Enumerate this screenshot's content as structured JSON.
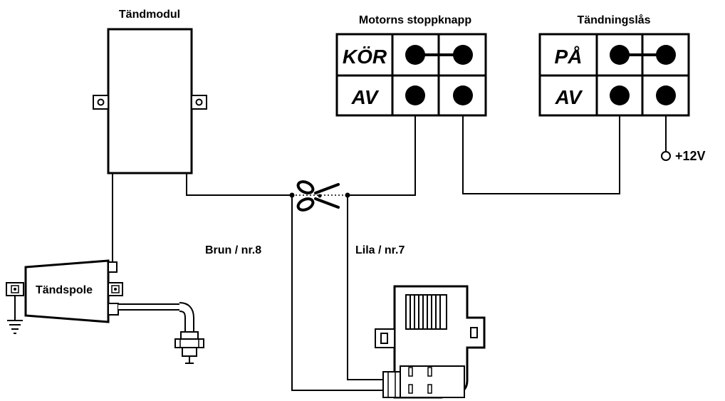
{
  "labels": {
    "ignition_module": "Tändmodul",
    "stop_switch": "Motorns stoppknapp",
    "ignition_lock": "Tändningslås",
    "coil": "Tändspole",
    "supply": "+12V",
    "brown_wire": "Brun / nr.8",
    "purple_wire": "Lila / nr.7"
  },
  "stop_switch": {
    "rows": [
      "KÖR",
      "AV"
    ],
    "bridged_row": "KÖR"
  },
  "ignition_lock": {
    "rows": [
      "PÅ",
      "AV"
    ],
    "bridged_row": "PÅ"
  },
  "icons": {
    "scissors": "scissors-icon",
    "ground": "ground-icon",
    "spark_plug": "spark-plug-icon"
  },
  "colors": {
    "line": "#000000",
    "background": "#ffffff"
  }
}
